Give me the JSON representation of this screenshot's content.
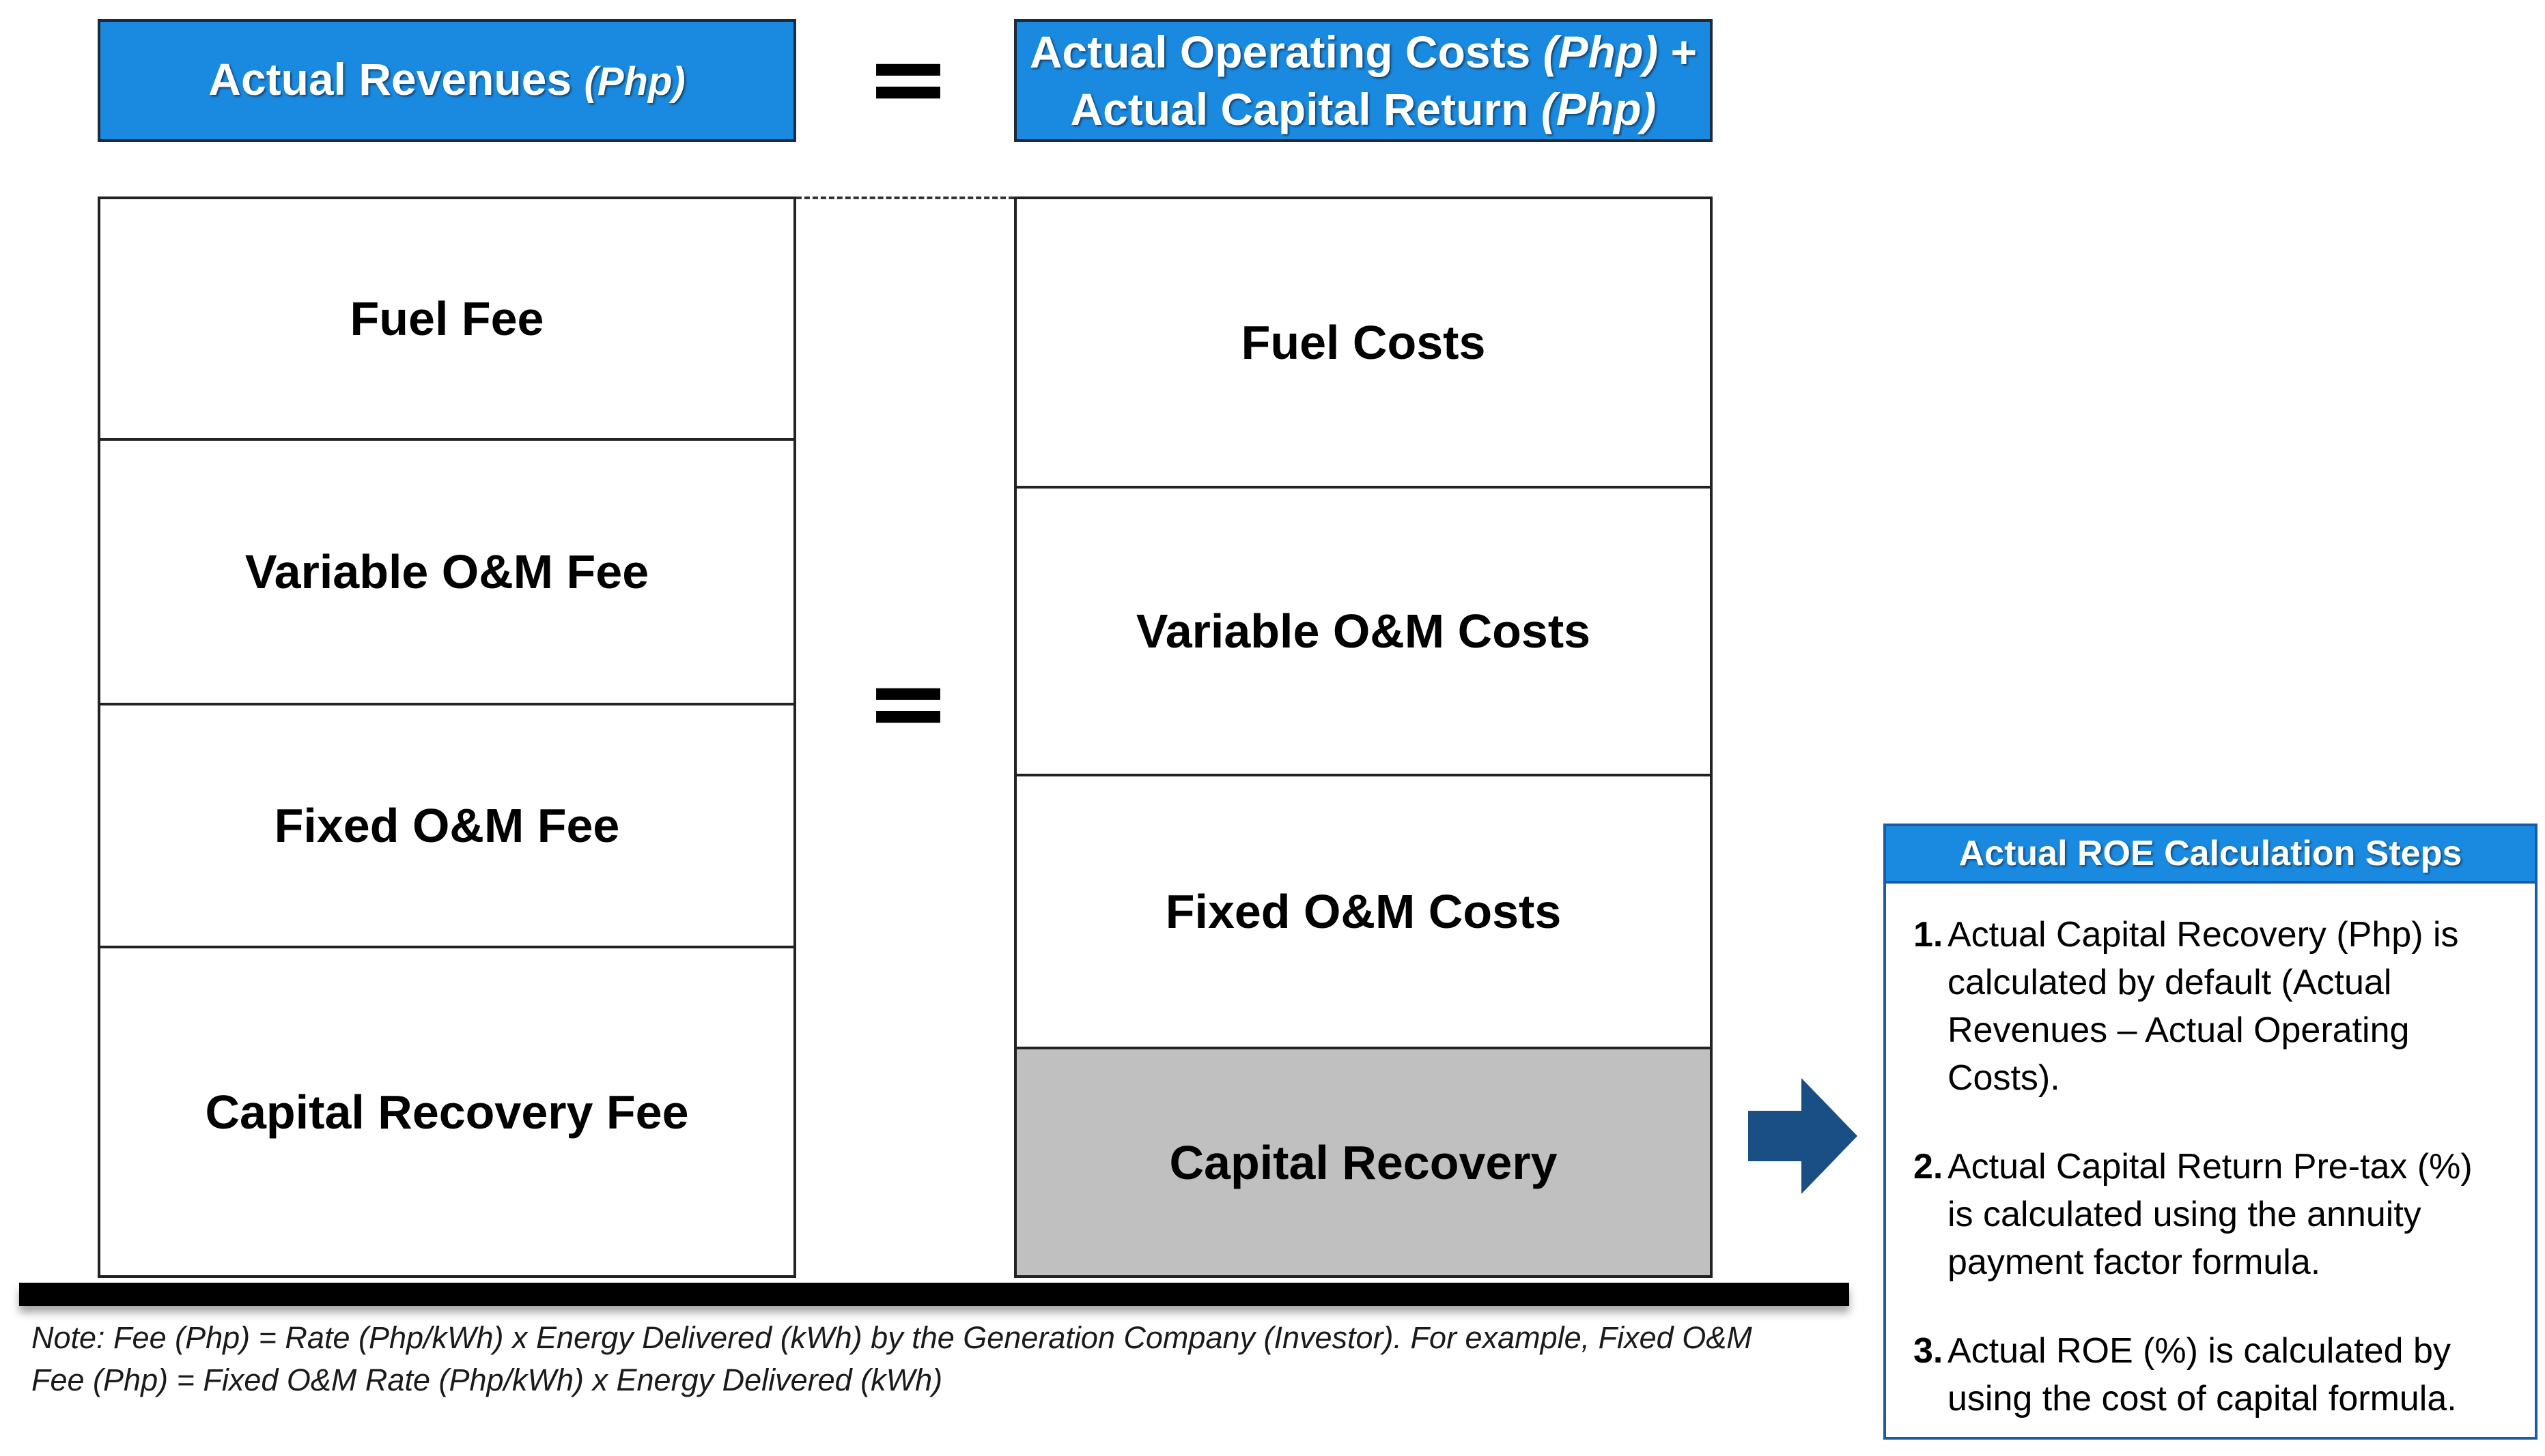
{
  "header_left": {
    "text": "Actual Revenues",
    "unit": "(Php)"
  },
  "header_right": {
    "line1_text": "Actual Operating Costs",
    "line1_unit": "(Php)",
    "line1_suffix": " +",
    "line2_text": "Actual Capital Return",
    "line2_unit": "(Php)"
  },
  "equals_symbol": "=",
  "revenues_column": [
    "Fuel Fee",
    "Variable O&M Fee",
    "Fixed O&M Fee",
    "Capital Recovery Fee"
  ],
  "costs_column": [
    "Fuel Costs",
    "Variable O&M Costs",
    "Fixed O&M Costs",
    "Capital Recovery"
  ],
  "note": {
    "line1": "Note: Fee (Php) = Rate (Php/kWh) x Energy Delivered (kWh) by the Generation Company (Investor). For example, Fixed O&M",
    "line2": "Fee (Php) = Fixed O&M Rate (Php/kWh) x Energy Delivered (kWh)"
  },
  "steps": {
    "title": "Actual ROE Calculation Steps",
    "items": [
      {
        "num": "1.",
        "text": "Actual Capital Recovery (Php) is calculated by default (Actual Revenues – Actual Operating Costs)."
      },
      {
        "num": "2.",
        "text": "Actual Capital Return Pre-tax (%) is calculated using the annuity payment factor formula."
      },
      {
        "num": "3.",
        "text": "Actual ROE (%) is calculated by using the cost of capital formula."
      }
    ]
  },
  "colors": {
    "header_blue": "#1a8ae0",
    "arrow_blue": "#1a4f86",
    "shaded_cell": "#c0c0c0"
  }
}
